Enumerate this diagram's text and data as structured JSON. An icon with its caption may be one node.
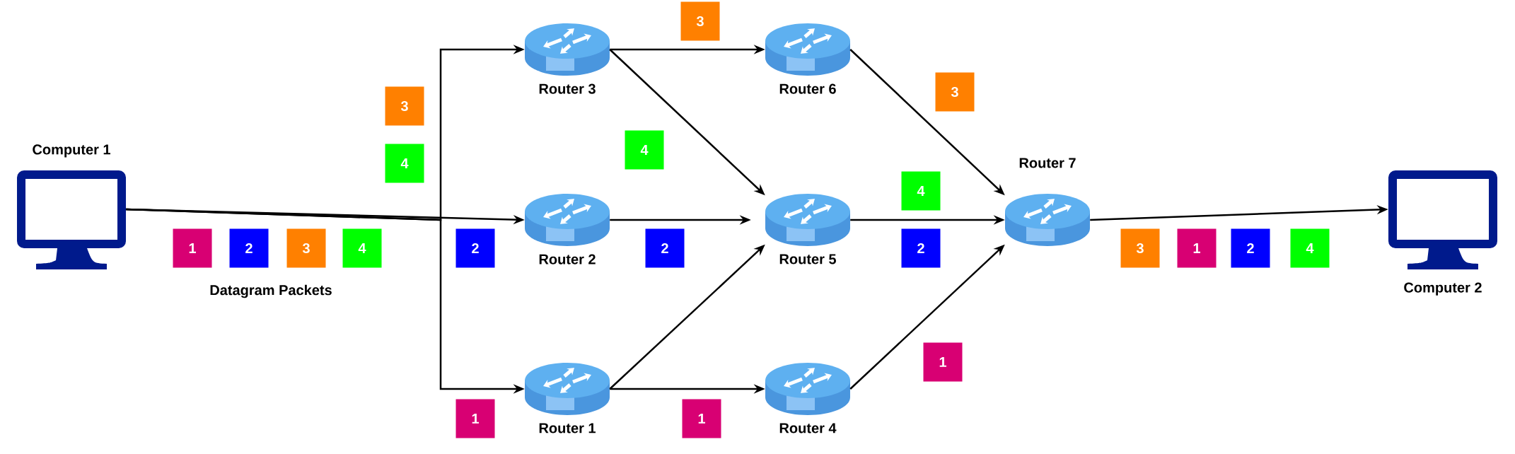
{
  "diagram": {
    "nodes": [
      {
        "text": [
          "Computer 1"
        ]
      },
      {
        "text": [
          "Router 3"
        ]
      },
      {
        "text": [
          "Router 2"
        ]
      },
      {
        "text": [
          "Router 1"
        ]
      },
      {
        "text": [
          "Router 6"
        ]
      },
      {
        "text": [
          "Router 5"
        ]
      },
      {
        "text": [
          "Router 4"
        ]
      },
      {
        "text": [
          "Router 7"
        ]
      },
      {
        "text": [
          "Computer 2"
        ]
      },
      {
        "text": [
          "1"
        ]
      },
      {
        "text": [
          "2"
        ]
      },
      {
        "text": [
          "3"
        ]
      },
      {
        "text": [
          "4"
        ]
      },
      {
        "text": [
          "3"
        ]
      },
      {
        "text": [
          "4"
        ]
      },
      {
        "text": [
          "2"
        ]
      },
      {
        "text": [
          "1"
        ]
      },
      {
        "text": [
          "3"
        ]
      },
      {
        "text": [
          "4"
        ]
      },
      {
        "text": [
          "2"
        ]
      },
      {
        "text": [
          "1"
        ]
      },
      {
        "text": [
          "3"
        ]
      },
      {
        "text": [
          "4"
        ]
      },
      {
        "text": [
          "2"
        ]
      },
      {
        "text": [
          "1"
        ]
      },
      {
        "text": [
          "3"
        ]
      },
      {
        "text": [
          "1"
        ]
      },
      {
        "text": [
          "2"
        ]
      },
      {
        "text": [
          "4"
        ]
      }
    ],
    "edges": [
      {
        "from": 0,
        "to": 1,
        "arrow": "to"
      },
      {
        "from": 0,
        "to": 2,
        "arrow": "to"
      },
      {
        "from": 0,
        "to": 3,
        "arrow": "to"
      },
      {
        "from": 1,
        "to": 4,
        "arrow": "to"
      },
      {
        "from": 1,
        "to": 5,
        "arrow": "to"
      },
      {
        "from": 2,
        "to": 5,
        "arrow": "to"
      },
      {
        "from": 3,
        "to": 5,
        "arrow": "to"
      },
      {
        "from": 3,
        "to": 6,
        "arrow": "to"
      },
      {
        "from": 4,
        "to": 7,
        "arrow": "to"
      },
      {
        "from": 5,
        "to": 7,
        "arrow": "to"
      },
      {
        "from": 6,
        "to": 7,
        "arrow": "to"
      },
      {
        "from": 7,
        "to": 8,
        "arrow": "to"
      }
    ],
    "labels": [
      "Datagram Packets"
    ]
  }
}
